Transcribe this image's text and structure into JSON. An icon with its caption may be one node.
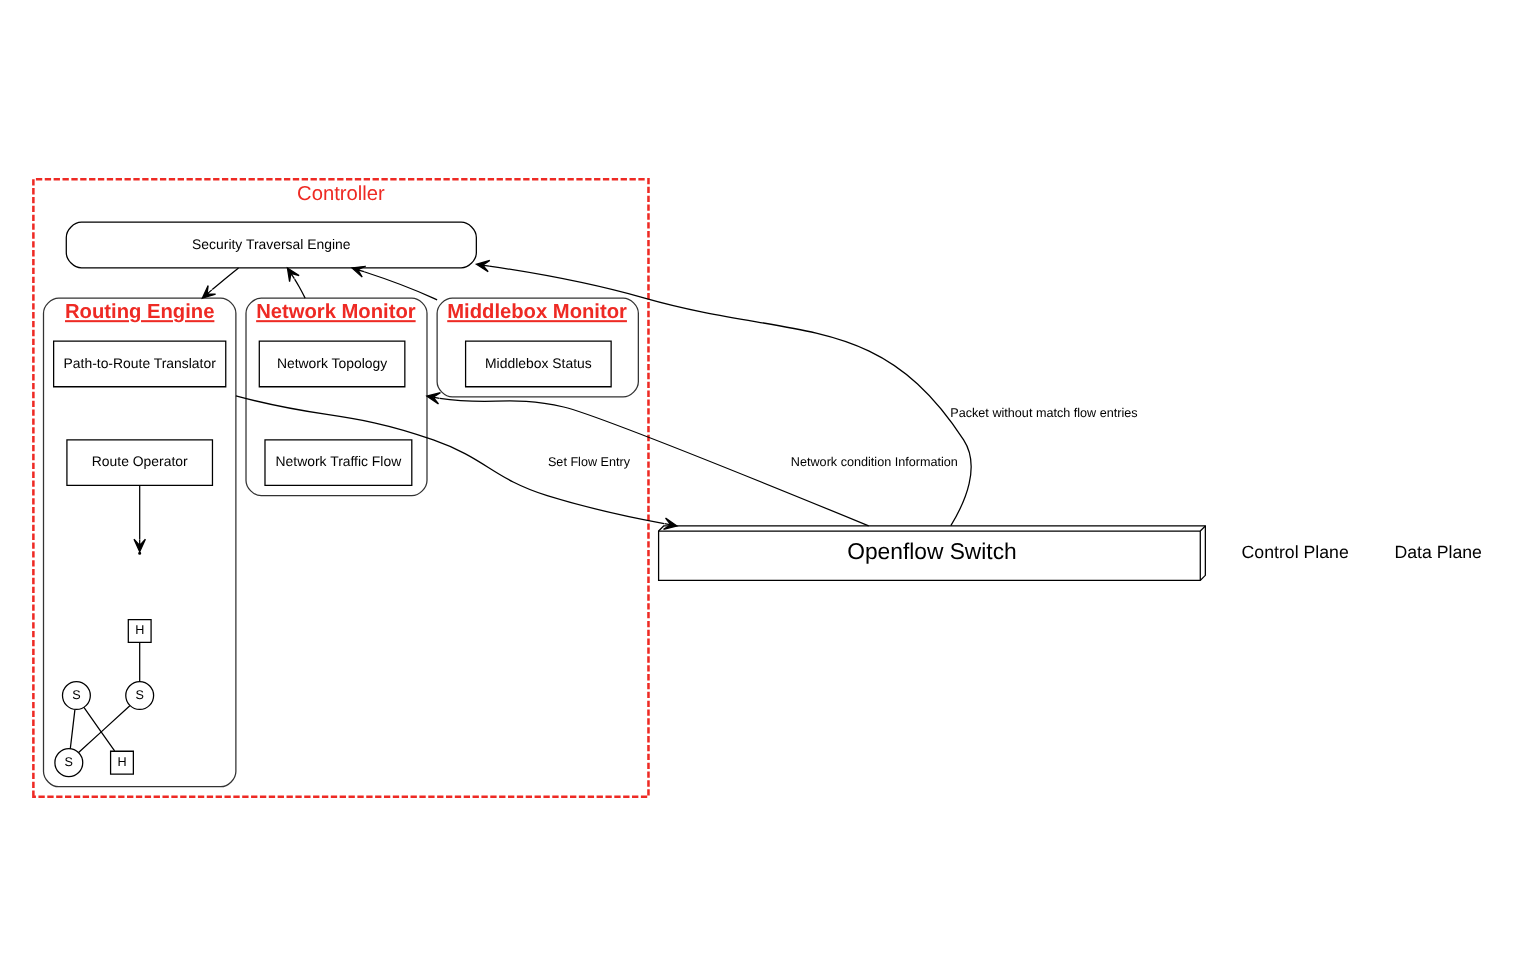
{
  "diagram": {
    "nodes": [
      {
        "text": [
          "Controller"
        ]
      },
      {
        "text": [
          "Security Traversal Engine"
        ],
        "in": 0
      },
      {
        "text": [
          "Middlebox Monitor"
        ],
        "in": 0
      },
      {
        "text": [
          "Middlebox Status"
        ],
        "in": 2
      },
      {
        "text": [
          "Network Monitor"
        ],
        "in": 0
      },
      {
        "text": [
          "Network Topology"
        ],
        "in": 4
      },
      {
        "text": [
          "Network Traffic Flow"
        ],
        "in": 4
      },
      {
        "text": [
          "Routing Engine"
        ],
        "in": 0
      },
      {
        "text": [
          "Path-to-Route Translator"
        ],
        "in": 7
      },
      {
        "text": [
          "Route Operator"
        ],
        "in": 7
      },
      {
        "text": [
          "H"
        ],
        "in": 7
      },
      {
        "text": [
          "S"
        ],
        "in": 7
      },
      {
        "text": [
          "S"
        ],
        "in": 7
      },
      {
        "text": [
          "S"
        ],
        "in": 7
      },
      {
        "text": [
          "H"
        ],
        "in": 7
      },
      {
        "text": [
          "Openflow Switch"
        ]
      }
    ],
    "edges": [
      {
        "from": 2,
        "to": 1,
        "arrow": "to"
      },
      {
        "from": 15,
        "to": 1,
        "arrow": "to",
        "label": "Packet without match flow entries"
      },
      {
        "from": 4,
        "to": 1,
        "arrow": "to"
      },
      {
        "from": 1,
        "to": 7,
        "arrow": "to"
      },
      {
        "from": 15,
        "to": 4,
        "arrow": "to",
        "label": "Network condition Information"
      },
      {
        "from": 7,
        "to": 15,
        "arrow": "to",
        "label": "Set Flow Entry"
      },
      {
        "from": 9,
        "to": null,
        "arrow": "to"
      },
      {
        "from": 10,
        "to": 11,
        "arrow": "none"
      },
      {
        "from": 11,
        "to": 13,
        "arrow": "none"
      },
      {
        "from": 13,
        "to": 12,
        "arrow": "none"
      },
      {
        "from": 12,
        "to": 14,
        "arrow": "none"
      }
    ],
    "labels": [
      "Control Plane",
      "Data Plane"
    ]
  }
}
